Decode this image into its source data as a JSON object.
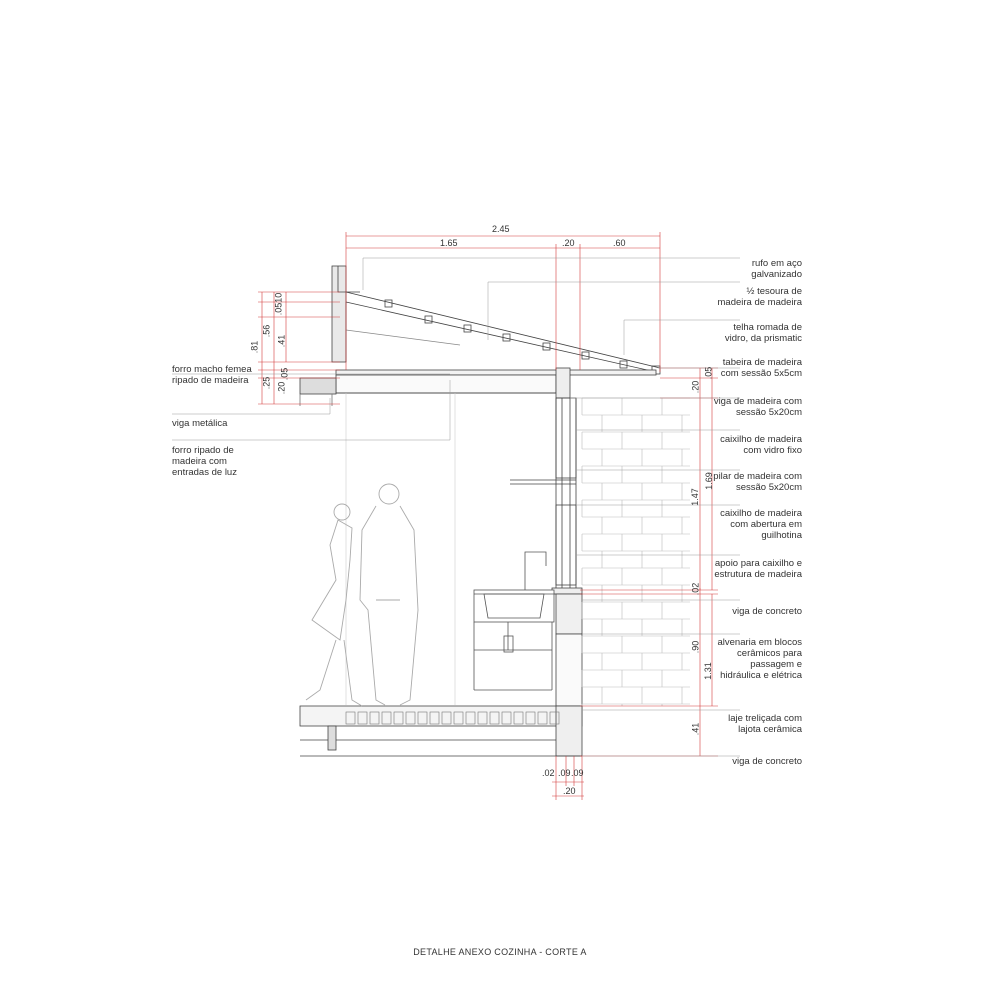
{
  "title": "DETALHE ANEXO COZINHA - CORTE A",
  "colors": {
    "line": "#444444",
    "dimension": "#d23b3b",
    "leader": "#999999",
    "figure": "#aaaaaa"
  },
  "dimensions_top": {
    "overall": "2.45",
    "left": "1.65",
    "middle": ".20",
    "right": ".60"
  },
  "dimensions_left": {
    "rufo": ".10",
    "tesoura_upper": ".05",
    "tesoura": ".56",
    "total": ".81",
    "slope": ".41",
    "forro_upper": ".05",
    "forro": ".20",
    "forro_total": ".25"
  },
  "dimensions_right": {
    "beam_top": ".05",
    "beam": ".20",
    "window_lower": "1.47",
    "window_total": "1.69",
    "apoio": ".02",
    "wall_upper": ".90",
    "wall_total": "1.31",
    "slab": ".41"
  },
  "dimensions_bottom": {
    "a": ".02",
    "b": ".09",
    "c": ".09",
    "total": ".20"
  },
  "labels_left": [
    "forro macho femea  ripado de madeira",
    "viga metálica",
    "forro ripado de madeira com entradas de luz"
  ],
  "labels_right": [
    "rufo em aço galvanizado",
    "½ tesoura de madeira de madeira",
    "telha romada de vidro, da prismatic",
    "tabeira de madeira com sessão 5x5cm",
    "viga de madeira com sessão 5x20cm",
    "caixilho de madeira com vidro fixo",
    "pilar de madeira com sessão 5x20cm",
    "caixilho de madeira com abertura em guilhotina",
    "apoio para caixilho e estrutura de madeira",
    "viga de concreto",
    "alvenaria em blocos cerâmicos para passagem e hidráulica e elétrica",
    "laje treliçada com lajota cerâmica",
    "viga de concreto"
  ]
}
